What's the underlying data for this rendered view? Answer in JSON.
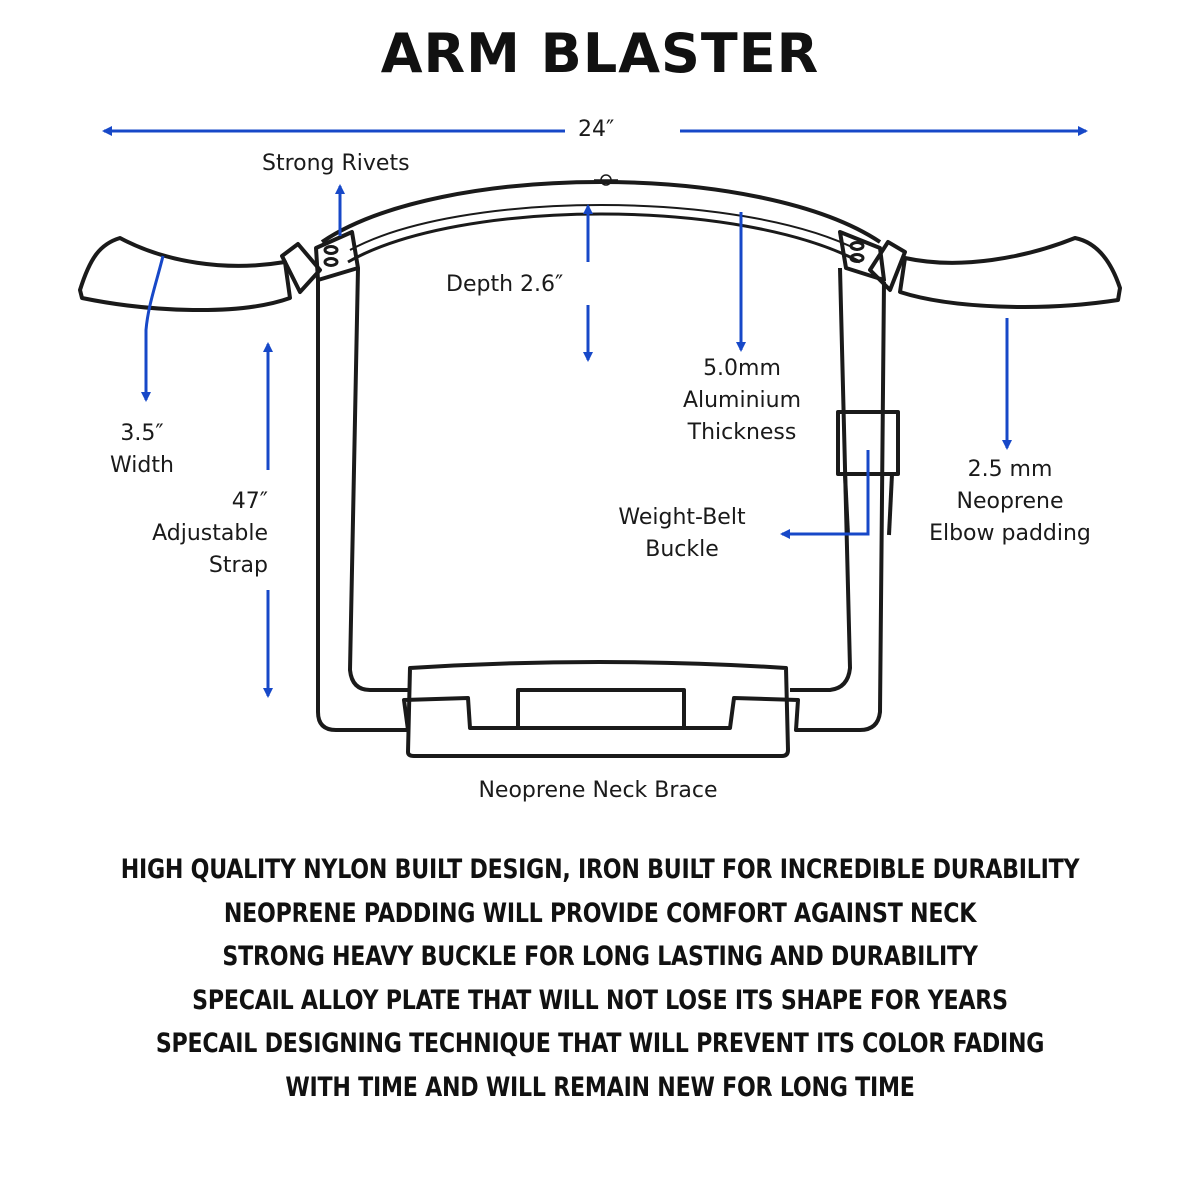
{
  "title": "ARM BLASTER",
  "dimensions": {
    "width_total": "24″",
    "depth": "Depth 2.6″",
    "strap_width": [
      "3.5″",
      "Width"
    ],
    "strap_length": [
      "47″",
      "Adjustable",
      "Strap"
    ],
    "thickness": [
      "5.0mm",
      "Aluminium",
      "Thickness"
    ],
    "padding": [
      "2.5 mm",
      "Neoprene",
      "Elbow padding"
    ]
  },
  "parts": {
    "rivets": "Strong Rivets",
    "buckle": [
      "Weight-Belt",
      "Buckle"
    ],
    "neck_brace": "Neoprene Neck Brace"
  },
  "features": [
    "HIGH QUALITY NYLON BUILT DESIGN, IRON BUILT FOR INCREDIBLE DURABILITY",
    "NEOPRENE PADDING WILL PROVIDE COMFORT AGAINST NECK",
    "STRONG HEAVY BUCKLE FOR LONG LASTING AND DURABILITY",
    "SPECAIL ALLOY PLATE THAT WILL NOT LOSE ITS SHAPE FOR YEARS",
    "SPECAIL DESIGNING TECHNIQUE THAT WILL PREVENT ITS COLOR FADING",
    "WITH TIME AND WILL REMAIN NEW FOR LONG TIME"
  ],
  "colors": {
    "arrow": "#1748c8",
    "outline": "#1a1a1a",
    "text": "#111111"
  }
}
